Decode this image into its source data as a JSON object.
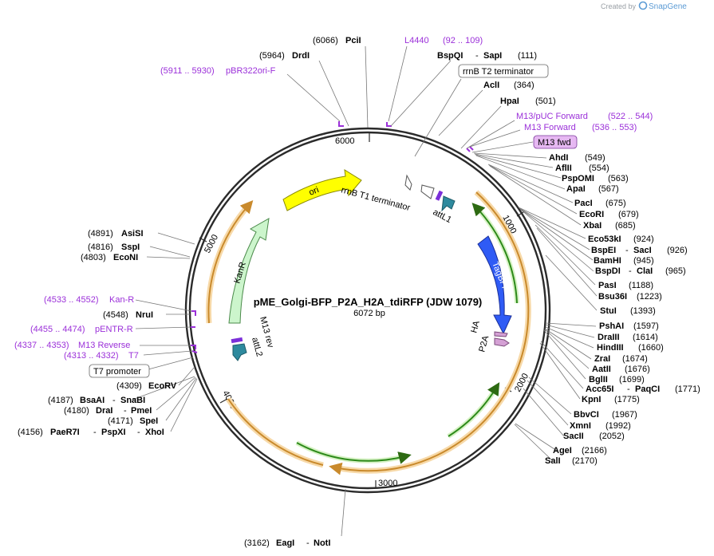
{
  "header": {
    "credit_text": "Created by",
    "brand": "SnapGene"
  },
  "plasmid": {
    "name": "pME_Golgi-BFP_P2A_H2A_tdiRFP (JDW 1079)",
    "length": "6072 bp"
  },
  "ticks": [
    "1000",
    "2000",
    "3000",
    "4000",
    "5000",
    "6000"
  ],
  "features": {
    "ori": "ori",
    "kanr": "KanR",
    "tagbfp": "TagBFP",
    "rrnb_t1": "rrnB T1 terminator",
    "attl1": "attL1",
    "m13rev": "M13 rev",
    "attl2": "attL2",
    "ha": "HA",
    "p2a": "P2A"
  },
  "sites": [
    {
      "pos": "(6066)",
      "name": "PciI"
    },
    {
      "pos": "(5964)",
      "name": "DrdI"
    },
    {
      "name": "BspQI",
      "name2": "SapI",
      "pos": "(111)"
    },
    {
      "name": "AclI",
      "pos": "(364)"
    },
    {
      "name": "HpaI",
      "pos": "(501)"
    },
    {
      "name": "AhdI",
      "pos": "(549)"
    },
    {
      "name": "AflII",
      "pos": "(554)"
    },
    {
      "name": "PspOMI",
      "pos": "(563)"
    },
    {
      "name": "ApaI",
      "pos": "(567)"
    },
    {
      "name": "PacI",
      "pos": "(675)"
    },
    {
      "name": "EcoRI",
      "pos": "(679)"
    },
    {
      "name": "XbaI",
      "pos": "(685)"
    },
    {
      "name": "Eco53kI",
      "pos": "(924)"
    },
    {
      "name": "BspEI",
      "name2": "SacI",
      "pos": "(926)"
    },
    {
      "name": "BamHI",
      "pos": "(945)"
    },
    {
      "name": "BspDI",
      "name2": "ClaI",
      "pos": "(965)"
    },
    {
      "name": "PasI",
      "pos": "(1188)"
    },
    {
      "name": "Bsu36I",
      "pos": "(1223)"
    },
    {
      "name": "StuI",
      "pos": "(1393)"
    },
    {
      "name": "PshAI",
      "pos": "(1597)"
    },
    {
      "name": "DraIII",
      "pos": "(1614)"
    },
    {
      "name": "HindIII",
      "pos": "(1660)"
    },
    {
      "name": "ZraI",
      "pos": "(1674)"
    },
    {
      "name": "AatII",
      "pos": "(1676)"
    },
    {
      "name": "BglII",
      "pos": "(1699)"
    },
    {
      "name": "Acc65I",
      "name2": "PaqCI",
      "pos": "(1771)"
    },
    {
      "name": "KpnI",
      "pos": "(1775)"
    },
    {
      "name": "BbvCI",
      "pos": "(1967)"
    },
    {
      "name": "XmnI",
      "pos": "(1992)"
    },
    {
      "name": "SacII",
      "pos": "(2052)"
    },
    {
      "name": "AgeI",
      "pos": "(2166)"
    },
    {
      "name": "SalI",
      "pos": "(2170)"
    },
    {
      "pos": "(3162)",
      "name": "EagI",
      "name2": "NotI"
    },
    {
      "pos": "(4891)",
      "name": "AsiSI"
    },
    {
      "pos": "(4816)",
      "name": "SspI"
    },
    {
      "pos": "(4803)",
      "name": "EcoNI"
    },
    {
      "pos": "(4548)",
      "name": "NruI"
    },
    {
      "pos": "(4309)",
      "name": "EcoRV"
    },
    {
      "pos": "(4187)",
      "name": "BsaAI",
      "name2": "SnaBI"
    },
    {
      "pos": "(4180)",
      "name": "DraI",
      "name2": "PmeI"
    },
    {
      "pos": "(4171)",
      "name": "SpeI"
    },
    {
      "pos": "(4156)",
      "name": "PaeR7I",
      "name2": "PspXI",
      "name3": "XhoI"
    }
  ],
  "primers": [
    {
      "name": "L4440",
      "range": "(92 .. 109)"
    },
    {
      "name": "pBR322ori-F",
      "range": "(5911 .. 5930)"
    },
    {
      "name": "M13/pUC Forward",
      "range": "(522 .. 544)"
    },
    {
      "name": "M13 Forward",
      "range": "(536 .. 553)"
    },
    {
      "name": "Kan-R",
      "range": "(4533 .. 4552)"
    },
    {
      "name": "pENTR-R",
      "range": "(4455 .. 4474)"
    },
    {
      "name": "M13 Reverse",
      "range": "(4337 .. 4353)"
    },
    {
      "name": "T7",
      "range": "(4313 .. 4332)"
    }
  ],
  "boxed": {
    "rrnb_t2": "rrnB T2 terminator",
    "m13fwd": "M13 fwd",
    "t7promoter": "T7 promoter"
  },
  "colors": {
    "backbone": "#2b2b2b",
    "ori": "#ffff00",
    "kanr": "#ccf5cc",
    "tagbfp": "#2f5bf5",
    "attl": "#2e8a9e",
    "orf_orange": "#f2b05a",
    "orf_green": "#2d8a1a",
    "primer": "#9b30d9"
  }
}
